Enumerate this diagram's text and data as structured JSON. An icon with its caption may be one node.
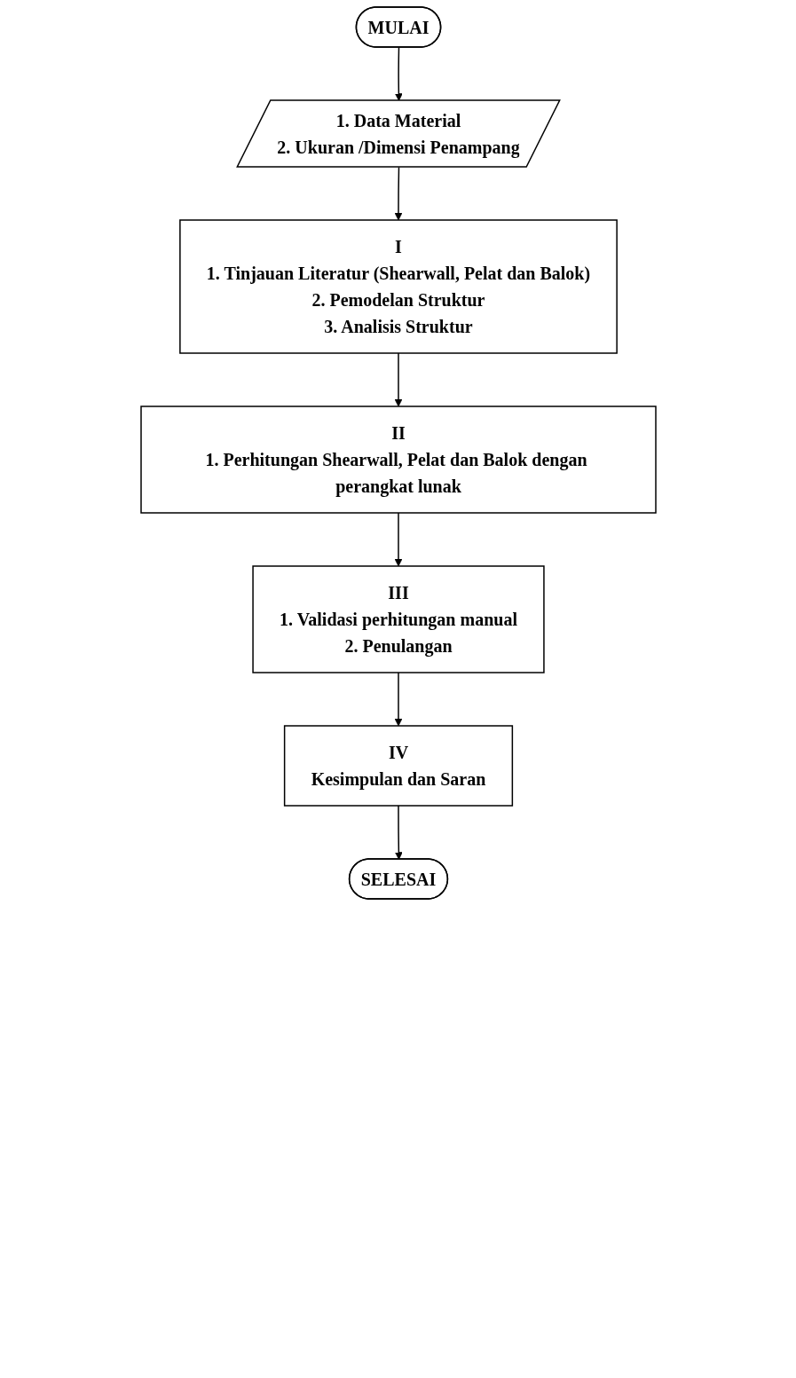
{
  "diagram": {
    "nodes": [
      {
        "text": [
          "MULAI"
        ]
      },
      {
        "text": [
          "1. Data Material",
          "2. Ukuran /Dimensi Penampang"
        ]
      },
      {
        "text": [
          "I",
          "1. Tinjauan Literatur (Shearwall, Pelat dan Balok)",
          "2. Pemodelan Struktur",
          "3. Analisis Struktur"
        ]
      },
      {
        "text": [
          "II",
          "1. Perhitungan Shearwall, Pelat dan Balok dengan perangkat lunak"
        ]
      },
      {
        "text": [
          "III",
          "1. Validasi perhitungan manual",
          "2. Penulangan"
        ]
      },
      {
        "text": [
          "IV",
          "Kesimpulan dan Saran"
        ]
      },
      {
        "text": [
          "SELESAI"
        ]
      }
    ],
    "edges": [
      {
        "from": 0,
        "to": 1,
        "arrow": "to"
      },
      {
        "from": 1,
        "to": 2,
        "arrow": "to"
      },
      {
        "from": 2,
        "to": 3,
        "arrow": "to"
      },
      {
        "from": 3,
        "to": 4,
        "arrow": "to"
      },
      {
        "from": 4,
        "to": 5,
        "arrow": "to"
      },
      {
        "from": 5,
        "to": 6,
        "arrow": "to"
      }
    ]
  }
}
